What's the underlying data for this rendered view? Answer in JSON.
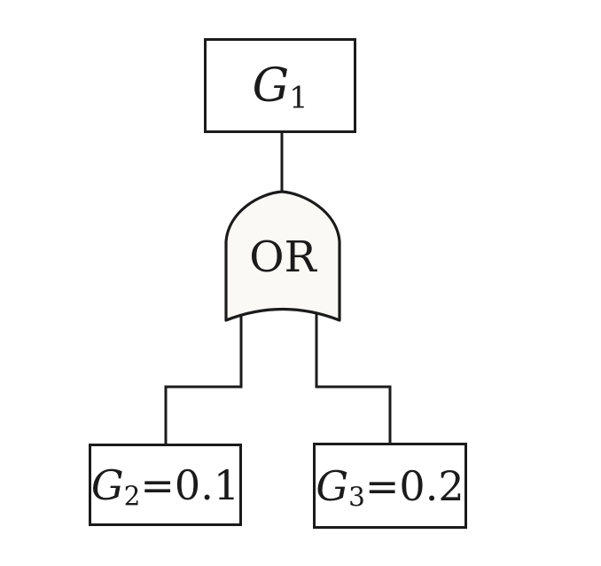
{
  "diagram": {
    "gate": {
      "type": "OR",
      "label": "OR"
    },
    "nodes": [
      {
        "id": "G1",
        "base": "G",
        "sub": "1",
        "suffix": ""
      },
      {
        "id": "G2",
        "base": "G",
        "sub": "2",
        "suffix": "=0.1"
      },
      {
        "id": "G3",
        "base": "G",
        "sub": "3",
        "suffix": "=0.2"
      }
    ],
    "connections": [
      {
        "from": "G1",
        "to": "OR"
      },
      {
        "from": "OR",
        "to": "G2"
      },
      {
        "from": "OR",
        "to": "G3"
      }
    ],
    "colors": {
      "stroke": "#1b1b1b",
      "gate_fill": "#faf9f5",
      "background": "#ffffff"
    }
  }
}
